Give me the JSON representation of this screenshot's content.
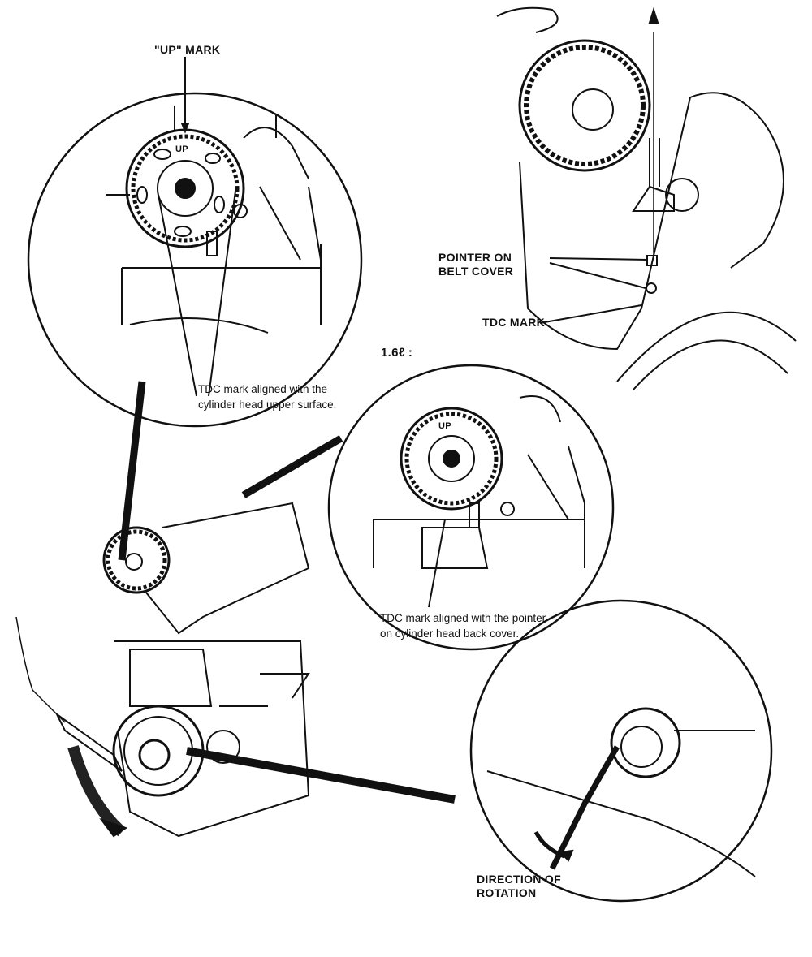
{
  "labels": {
    "up_mark": "\"UP\" MARK",
    "tdc_note_upper": "TDC mark aligned with the cylinder head upper surface.",
    "pointer_on_belt_cover": "POINTER ON BELT COVER",
    "tdc_mark": "TDC MARK",
    "engine_variant": "1.6ℓ :",
    "tdc_note_pointer": "TDC mark aligned with the pointer on cylinder head back cover.",
    "direction_of_rotation": "DIRECTION OF ROTATION",
    "gear_up_1": "UP",
    "gear_up_2": "UP"
  }
}
